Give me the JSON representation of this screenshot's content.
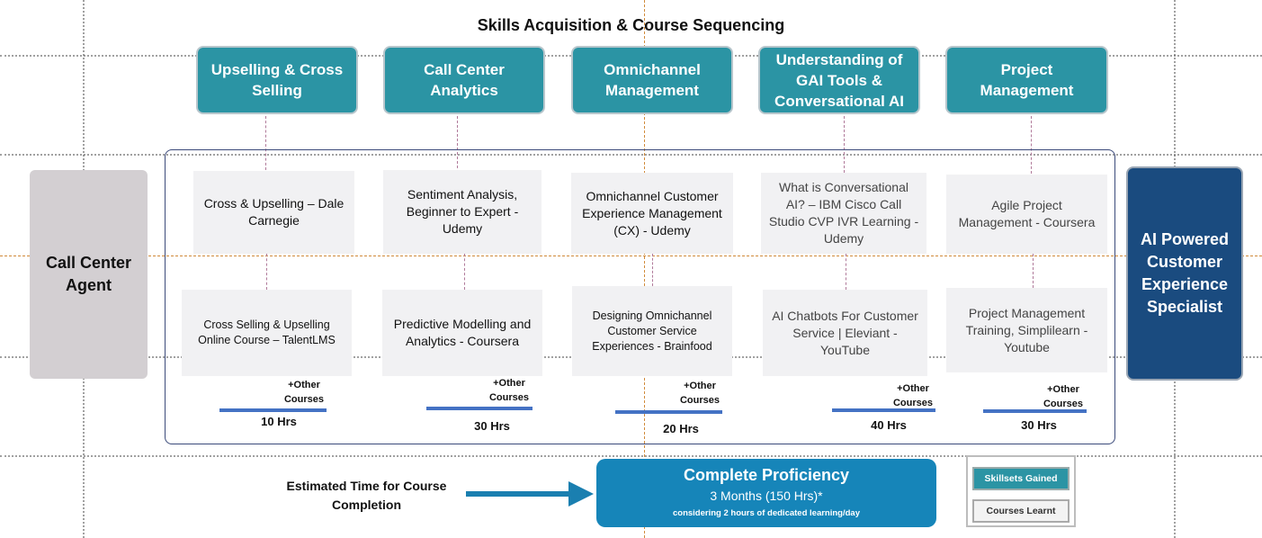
{
  "title": "Skills Acquisition & Course Sequencing",
  "start_role": "Call Center Agent",
  "end_role": "AI Powered Customer Experience Specialist",
  "skills": [
    {
      "label": "Upselling & Cross Selling"
    },
    {
      "label": "Call Center Analytics"
    },
    {
      "label": "Omnichannel Management"
    },
    {
      "label": "Understanding of GAI Tools & Conversational AI"
    },
    {
      "label": "Project Management"
    }
  ],
  "tracks": [
    {
      "course1": "Cross & Upselling – Dale Carnegie",
      "course2": "Cross Selling & Upselling Online Course – TalentLMS",
      "other": "+Other Courses",
      "hours": "10 Hrs"
    },
    {
      "course1": "Sentiment Analysis, Beginner to Expert - Udemy",
      "course2": "Predictive Modelling and Analytics - Coursera",
      "other": "+Other Courses",
      "hours": "30 Hrs"
    },
    {
      "course1": "Omnichannel Customer Experience Management (CX) - Udemy",
      "course2": "Designing Omnichannel Customer Service Experiences - Brainfood",
      "other": "+Other Courses",
      "hours": "20 Hrs"
    },
    {
      "course1": "What is Conversational AI? – IBM Cisco Call Studio CVP IVR Learning - Udemy",
      "course2": "AI Chatbots For Customer Service | Eleviant - YouTube",
      "other": "+Other Courses",
      "hours": "40 Hrs"
    },
    {
      "course1": "Agile Project Management - Coursera",
      "course2": "Project Management Training, Simplilearn - Youtube",
      "other": "+Other Courses",
      "hours": "30 Hrs"
    }
  ],
  "estimate": {
    "label": "Estimated Time for Course Completion"
  },
  "proficiency": {
    "title": "Complete Proficiency",
    "duration": "3 Months (150 Hrs)*",
    "note": "considering 2 hours of dedicated learning/day"
  },
  "legend": {
    "skills": "Skillsets Gained",
    "courses": "Courses Learnt"
  },
  "colors": {
    "skill_box": "#2b94a4",
    "end_role": "#1a4b7f",
    "proficiency": "#1685b9",
    "hours_bar": "#4472c4"
  }
}
